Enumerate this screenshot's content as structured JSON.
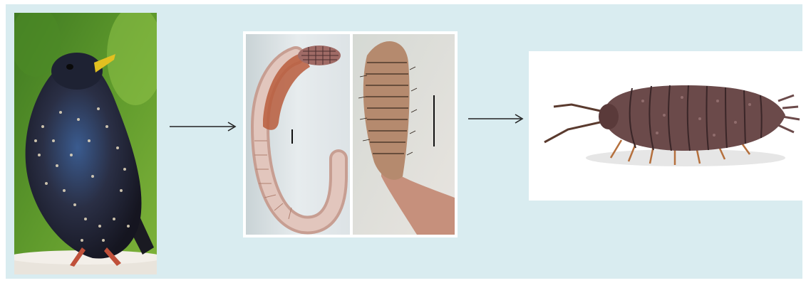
{
  "diagram": {
    "panels": [
      {
        "name": "starling-bird",
        "icon": "bird-photo"
      },
      {
        "name": "thorny-headed-worm",
        "icon": "micrograph-photo"
      },
      {
        "name": "worm-proboscis-closeup",
        "icon": "micrograph-photo"
      },
      {
        "name": "pill-bug-isopod",
        "icon": "isopod-photo"
      }
    ],
    "arrows": 2,
    "colors": {
      "background": "#d9ecf0",
      "arrow": "#222222",
      "scale_bar": "#111111"
    }
  }
}
